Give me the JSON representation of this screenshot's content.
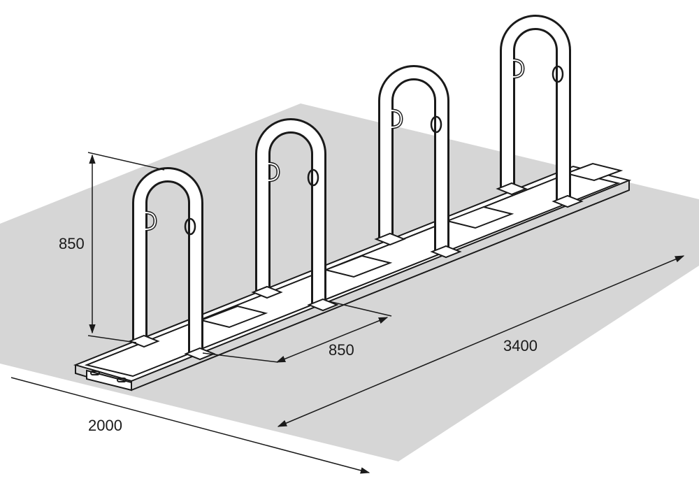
{
  "dimensions": {
    "height": "850",
    "spacing": "850",
    "length": "3400",
    "width": "2000"
  },
  "colors": {
    "floor": "#d6d6d6",
    "line": "#1a1a1a",
    "fill": "#ffffff"
  }
}
